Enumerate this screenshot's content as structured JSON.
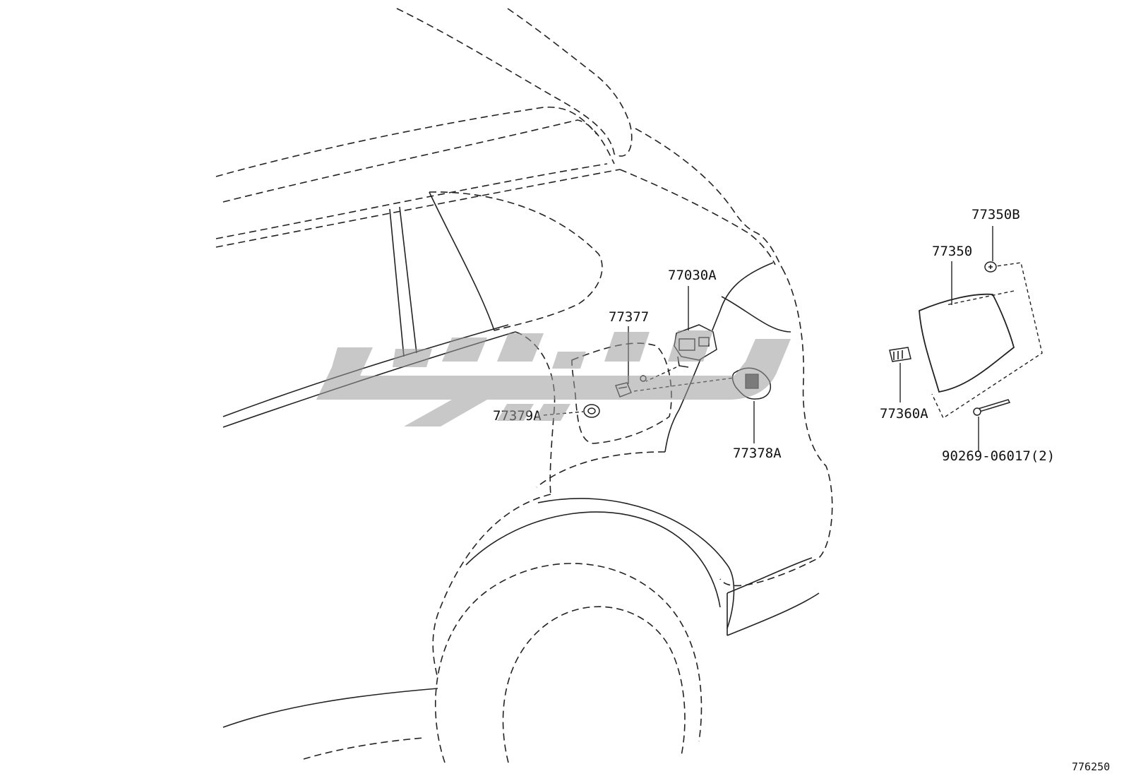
{
  "diagram": {
    "figure_number": "776250",
    "callouts": {
      "p77030A": "77030A",
      "p77377": "77377",
      "p77379A": "77379A",
      "p77378A": "77378A",
      "p77350B": "77350B",
      "p77350": "77350",
      "p77360A": "77360A",
      "p90269": "90269-06017(2)"
    }
  }
}
